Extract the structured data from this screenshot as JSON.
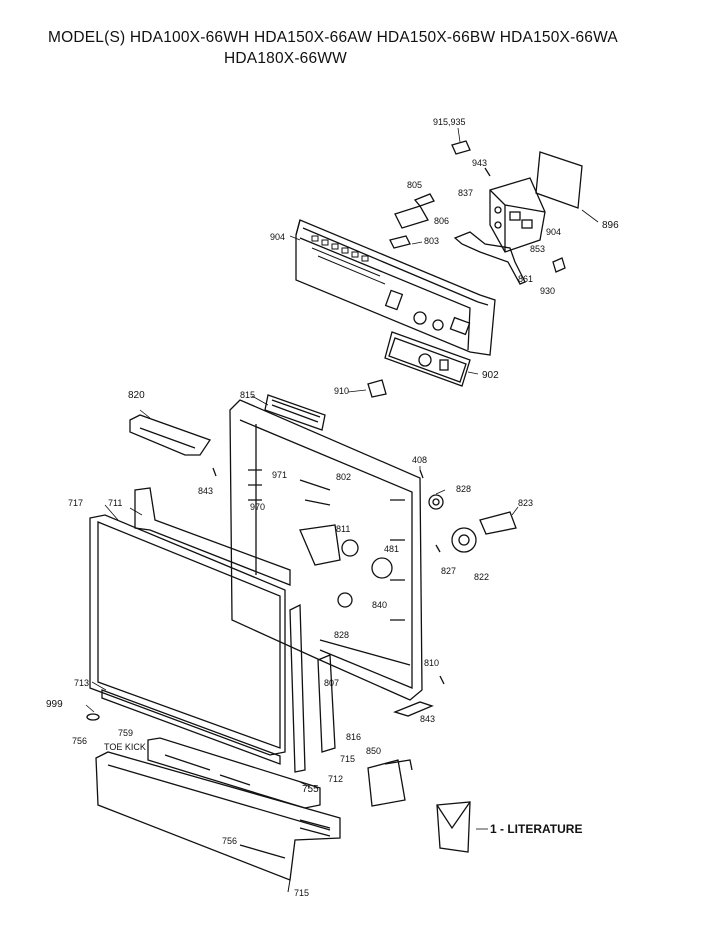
{
  "header": {
    "line1": "MODEL(S) HDA100X-66WH  HDA150X-66AW  HDA150X-66BW  HDA150X-66WA",
    "line2": "HDA180X-66WW"
  },
  "parts": {
    "p915_935": "915,935",
    "p943": "943",
    "p805": "805",
    "p837": "837",
    "p806": "806",
    "p896": "896",
    "p904a": "904",
    "p904b": "904",
    "p803": "803",
    "p853": "853",
    "p861": "861",
    "p930": "930",
    "p902": "902",
    "p820": "820",
    "p815": "815",
    "p910": "910",
    "p408": "408",
    "p971": "971",
    "p802": "802",
    "p843a": "843",
    "p970": "970",
    "p828a": "828",
    "p823": "823",
    "p717": "717",
    "p711": "711",
    "p811": "811",
    "p481": "481",
    "p827": "827",
    "p822": "822",
    "p840": "840",
    "p828b": "828",
    "p810": "810",
    "p807": "807",
    "p713": "713",
    "p843b": "843",
    "p999": "999",
    "p816": "816",
    "p759": "759",
    "p850": "850",
    "p756a": "756",
    "p715a": "715",
    "p712": "712",
    "p755": "755",
    "p756b": "756",
    "p715b": "715",
    "toe_kick": "TOE KICK",
    "literature": "1 - LITERATURE"
  }
}
